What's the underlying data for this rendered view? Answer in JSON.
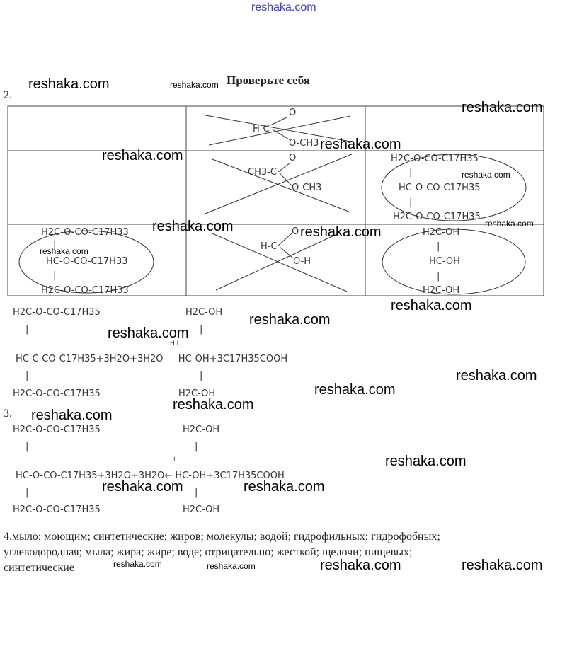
{
  "site_top": "reshaka.com",
  "title": "Проверьте себя",
  "num2": "2.",
  "num3": "3.",
  "watermark_large": "reshaka.com",
  "watermark_small": "reshaka.com",
  "table": {
    "r1c2": {
      "top": "O",
      "mid": "H-C",
      "bot": "O-CH3"
    },
    "r2c2": {
      "top": "O",
      "mid": "CH3-C",
      "bot": "O-CH3"
    },
    "r2c3": {
      "l1": "H2C-O-CO-C17H35",
      "l2": "HC-O-CO-C17H35",
      "l3": "H2C-O-CO-C17H35"
    },
    "r3c1": {
      "l1": "H2C-O-CO-C17H33",
      "l2": "HC-O-CO-C17H33",
      "l3": "H2C-O-CO-C17H33"
    },
    "r3c2": {
      "top": "O",
      "mid": "H-C",
      "bot": "O-H"
    },
    "r3c3": {
      "l1": "H2C-OH",
      "l2": "HC-OH",
      "l3": "H2C-OH"
    },
    "bar": "|"
  },
  "eq2": {
    "l_top": "H2C-O-CO-C17H35",
    "r_top": "H2C-OH",
    "mid": "HC-C-CO-C17H35+3H2O+3H2O — HC-OH+3C17H35COOH",
    "cond": "H  t",
    "l_bot": "H2C-O-CO-C17H35",
    "r_bot": "H2C-OH"
  },
  "eq3": {
    "l_top": "H2C-O-CO-C17H35",
    "r_top": "H2C-OH",
    "mid": "HC-O-CO-C17H35+3H2O+3H2O← HC-OH+3C17H35COOH",
    "cond": "t",
    "l_bot": "H2C-O-CO-C17H35",
    "r_bot": "H2C-OH"
  },
  "answer4": {
    "line1": "4.мыло; моющим; синтетические; жиров; молекулы; водой; гидрофильных; гидрофобных;",
    "line2": "углеводородная; мыла; жира; жире; воде; отрицательно; жесткой; щелочи; пищевых;",
    "line3": "синтетические"
  }
}
